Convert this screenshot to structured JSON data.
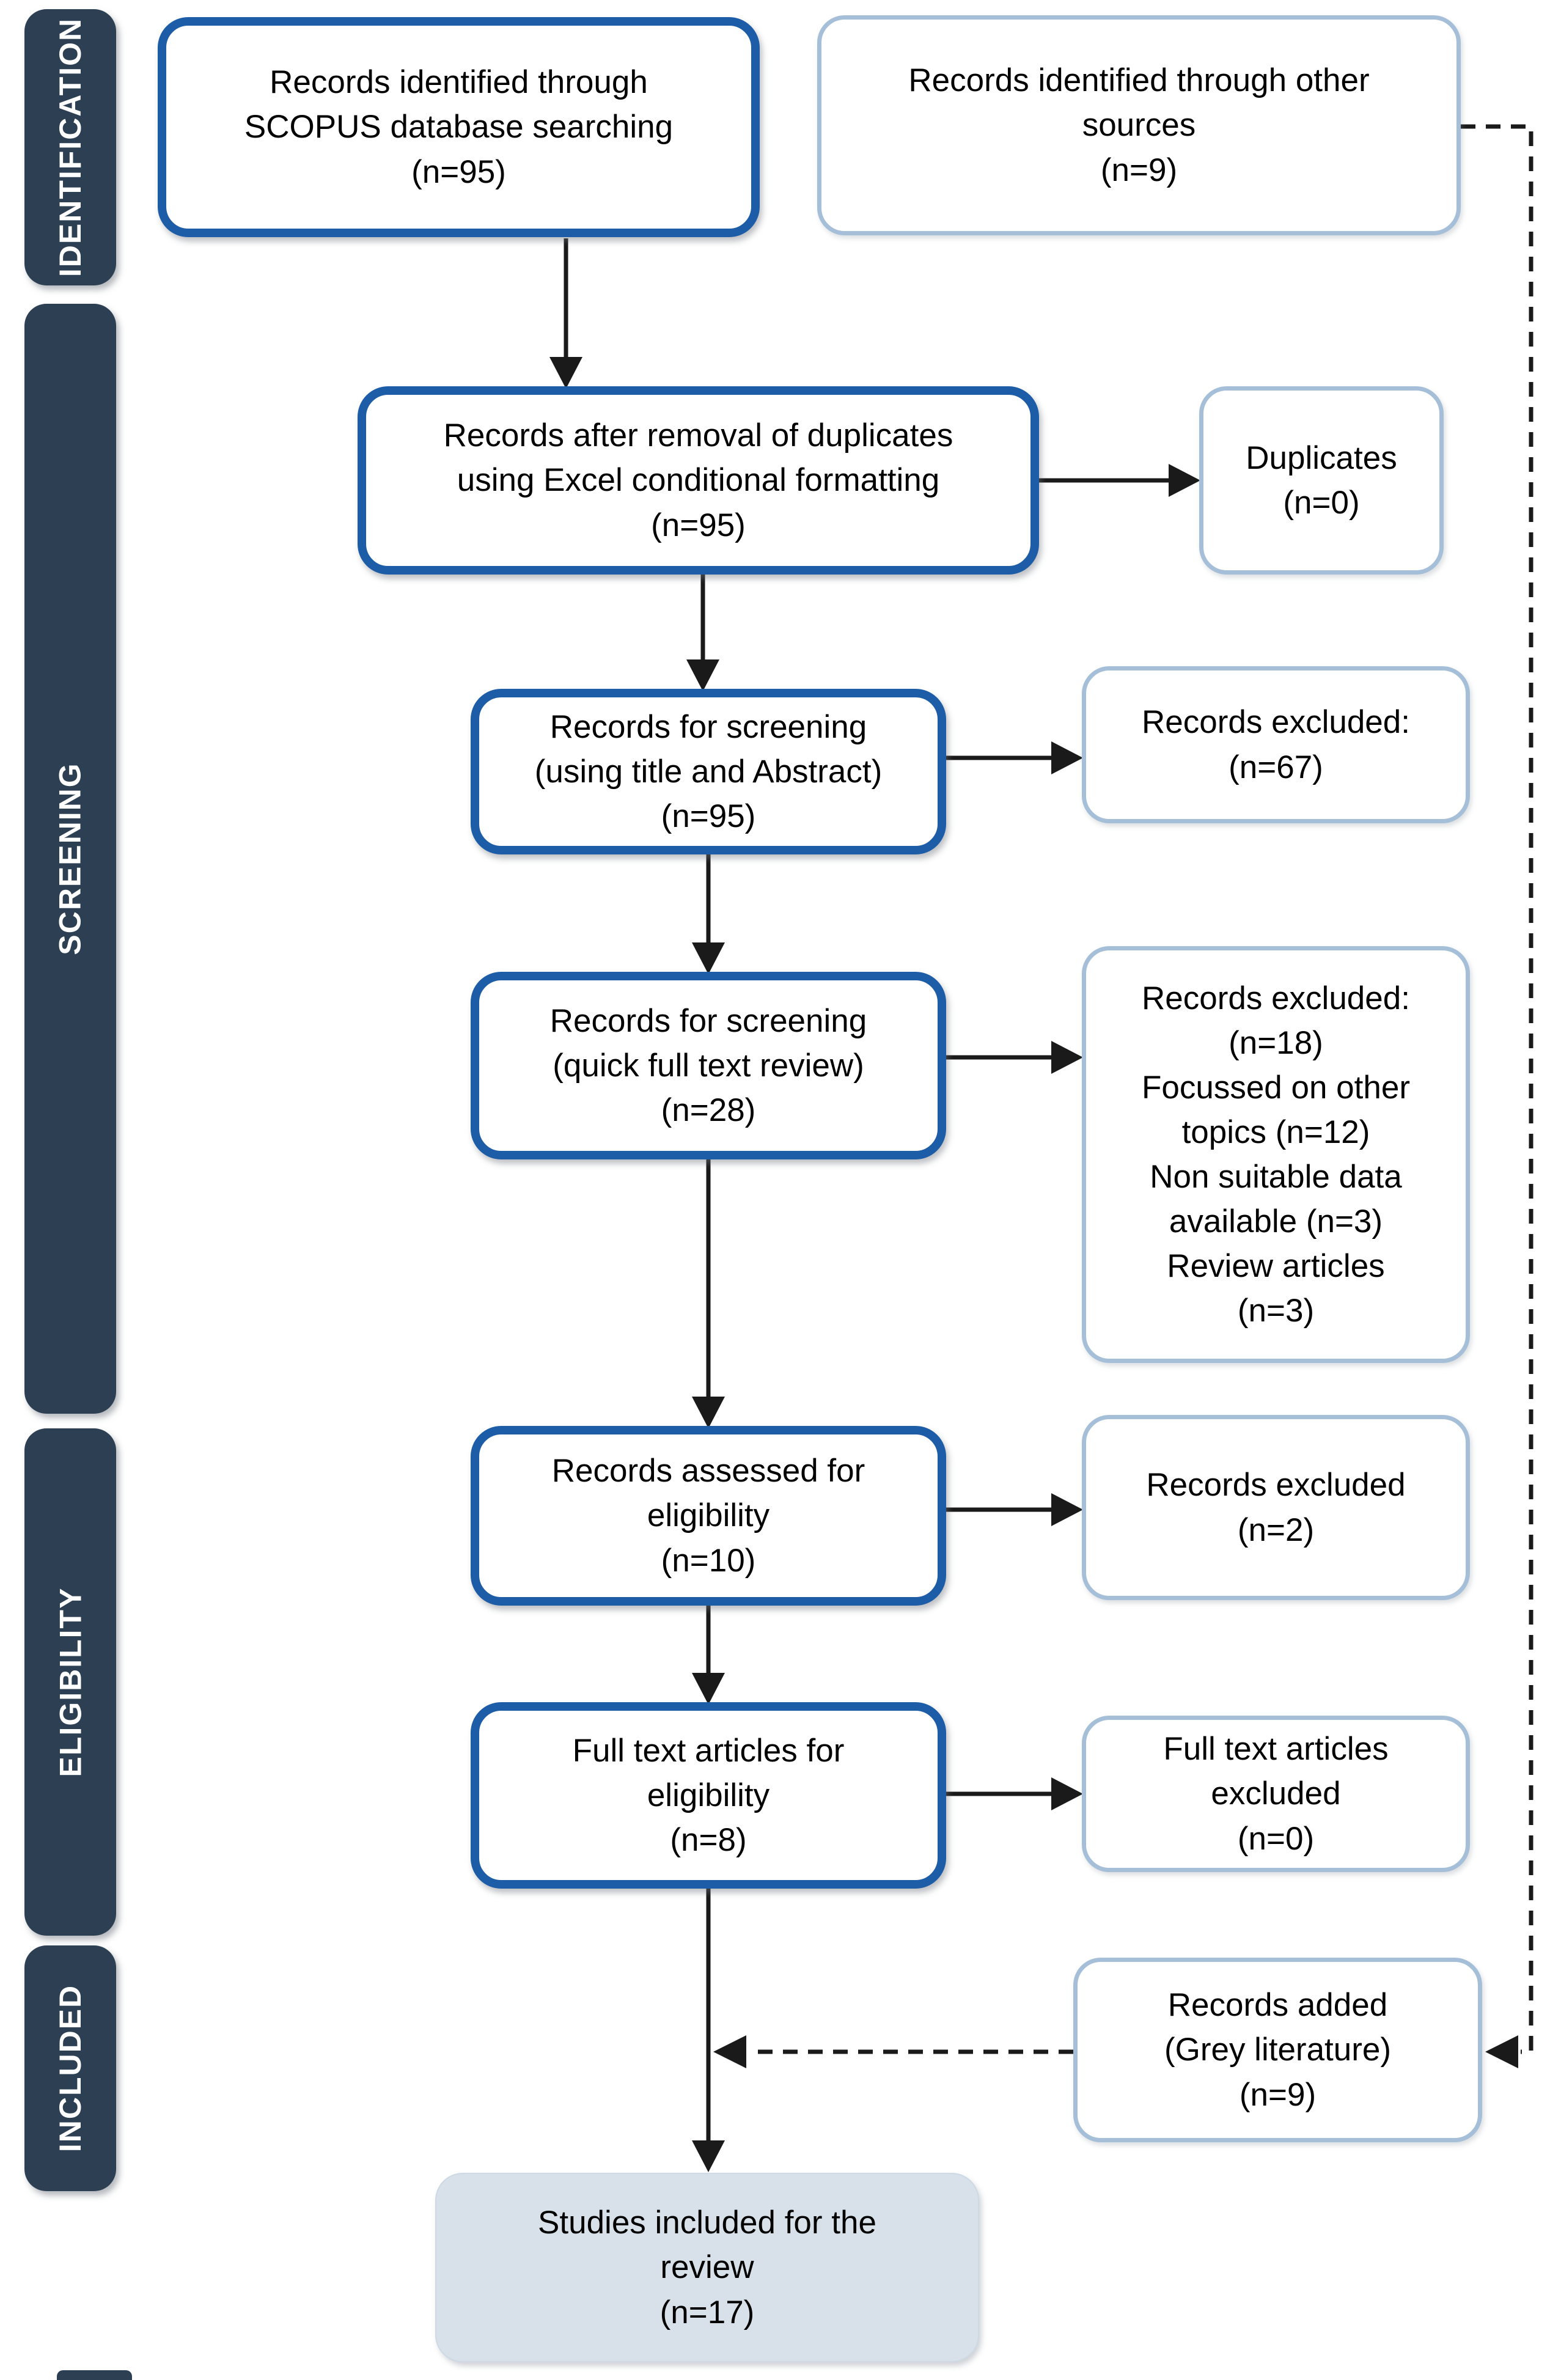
{
  "colors": {
    "main_box_border": "#1d5ca6",
    "side_box_border": "#a6bfd8",
    "sidebar_fill": "#2d4053",
    "sidebar_text": "#ffffff",
    "final_box_fill": "#d8e1ea",
    "arrow": "#1a1a1a"
  },
  "sidebar": {
    "items": [
      {
        "label": "IDENTIFICATION"
      },
      {
        "label": "SCREENING"
      },
      {
        "label": "ELIGIBILITY"
      },
      {
        "label": "INCLUDED"
      }
    ]
  },
  "boxes": {
    "scopus": "Records identified through\nSCOPUS database searching\n(n=95)",
    "other_sources": "Records identified through other\nsources\n(n=9)",
    "after_duplicates": "Records after removal of duplicates\nusing Excel conditional formatting\n(n=95)",
    "duplicates": "Duplicates\n(n=0)",
    "screening_title_abstract": "Records for screening\n(using title and Abstract)\n(n=95)",
    "excluded_67": "Records excluded:\n(n=67)",
    "screening_full_text": "Records for screening\n(quick full text review)\n(n=28)",
    "excluded_18": "Records excluded:\n(n=18)\nFocussed on other\ntopics (n=12)\nNon suitable data\navailable (n=3)\nReview articles\n(n=3)",
    "assessed": "Records assessed for\neligibility\n(n=10)",
    "excluded_2": "Records excluded\n(n=2)",
    "full_text_eligibility": "Full text articles for\neligibility\n(n=8)",
    "full_text_excluded": "Full text articles\nexcluded\n(n=0)",
    "records_added": "Records added\n(Grey literature)\n(n=9)",
    "included_final": "Studies included for the\nreview\n(n=17)"
  }
}
